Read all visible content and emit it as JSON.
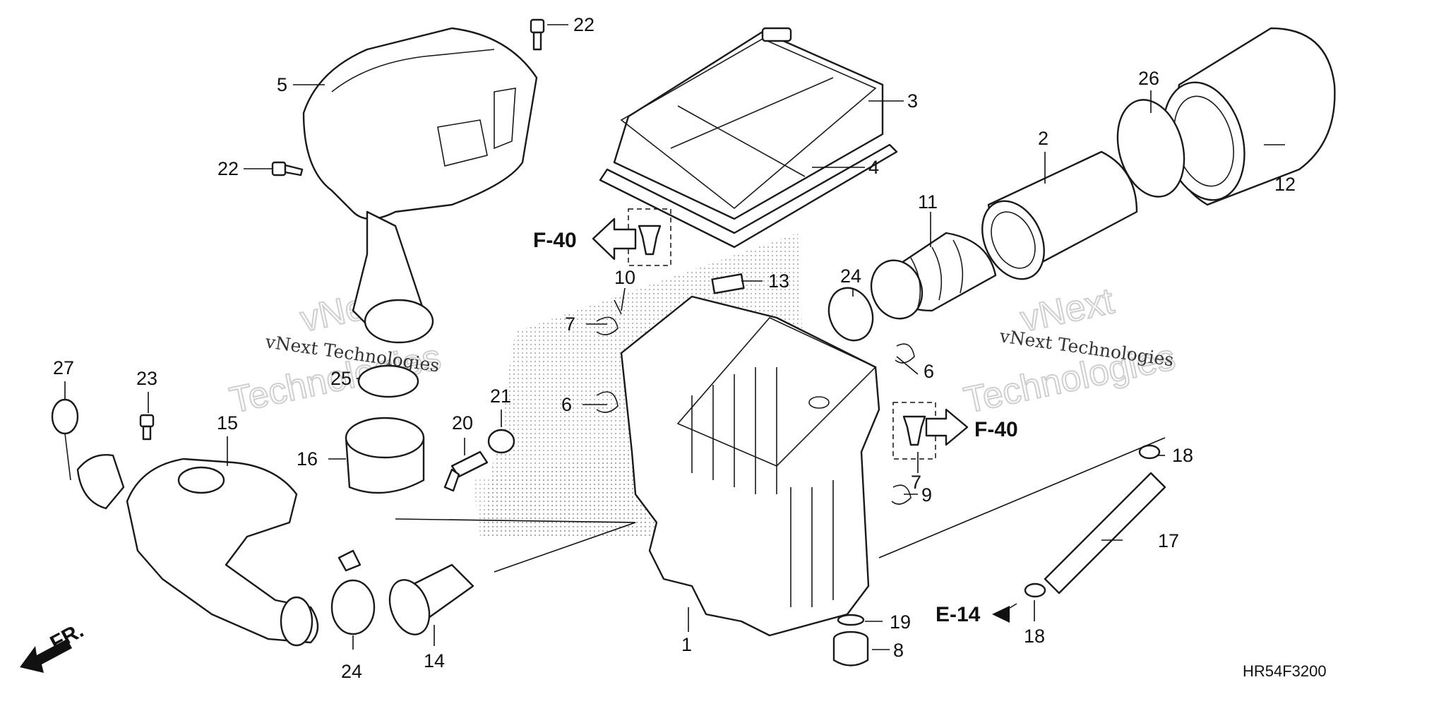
{
  "diagram": {
    "callouts": [
      "1",
      "2",
      "3",
      "4",
      "5",
      "6",
      "6",
      "7",
      "7",
      "8",
      "9",
      "10",
      "11",
      "12",
      "13",
      "14",
      "15",
      "16",
      "17",
      "18",
      "18",
      "19",
      "20",
      "21",
      "22",
      "22",
      "23",
      "24",
      "24",
      "25",
      "26",
      "27"
    ],
    "references": [
      "F-40",
      "F-40",
      "E-14"
    ],
    "front_label": "FR.",
    "diagram_code": "HR54F3200"
  },
  "watermark": {
    "text": "vNext Technologies",
    "big_line1": "vNext",
    "big_line2": "Technologies"
  }
}
